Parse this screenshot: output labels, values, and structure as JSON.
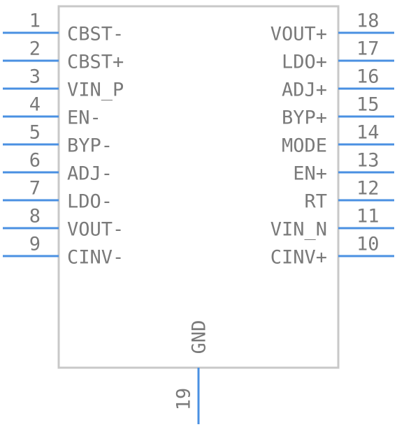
{
  "component": {
    "colors": {
      "body_stroke": "#c8c8c8",
      "pin_line": "#4a90e2",
      "text": "#7a7a7a",
      "background": "#ffffff"
    },
    "left_pins": [
      {
        "number": "1",
        "name": "CBST-"
      },
      {
        "number": "2",
        "name": "CBST+"
      },
      {
        "number": "3",
        "name": "VIN_P"
      },
      {
        "number": "4",
        "name": "EN-"
      },
      {
        "number": "5",
        "name": "BYP-"
      },
      {
        "number": "6",
        "name": "ADJ-"
      },
      {
        "number": "7",
        "name": "LDO-"
      },
      {
        "number": "8",
        "name": "VOUT-"
      },
      {
        "number": "9",
        "name": "CINV-"
      }
    ],
    "right_pins": [
      {
        "number": "18",
        "name": "VOUT+"
      },
      {
        "number": "17",
        "name": "LDO+"
      },
      {
        "number": "16",
        "name": "ADJ+"
      },
      {
        "number": "15",
        "name": "BYP+"
      },
      {
        "number": "14",
        "name": "MODE"
      },
      {
        "number": "13",
        "name": "EN+"
      },
      {
        "number": "12",
        "name": "RT"
      },
      {
        "number": "11",
        "name": "VIN_N"
      },
      {
        "number": "10",
        "name": "CINV+"
      }
    ],
    "bottom_pin": {
      "number": "19",
      "name": "GND"
    }
  }
}
